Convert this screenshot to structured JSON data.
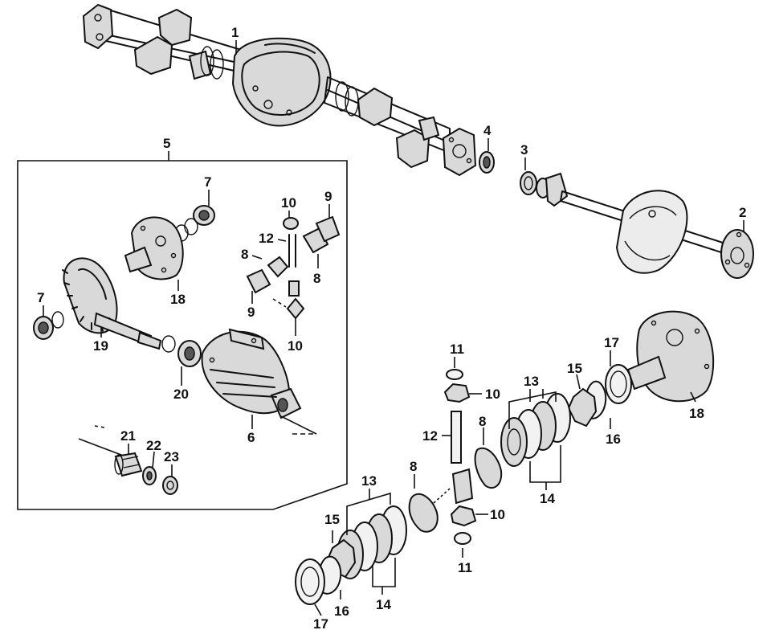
{
  "callouts": {
    "c1": "1",
    "c2": "2",
    "c3": "3",
    "c4": "4",
    "c5": "5",
    "c6": "6",
    "c7a": "7",
    "c7b": "7",
    "c8a": "8",
    "c8b": "8",
    "c8c": "8",
    "c8d": "8",
    "c9a": "9",
    "c9b": "9",
    "c10a": "10",
    "c10b": "10",
    "c10c": "10",
    "c10d": "10",
    "c11a": "11",
    "c11b": "11",
    "c12a": "12",
    "c12b": "12",
    "c13a": "13",
    "c13b": "13",
    "c14a": "14",
    "c14b": "14",
    "c15a": "15",
    "c15b": "15",
    "c16a": "16",
    "c16b": "16",
    "c17a": "17",
    "c17b": "17",
    "c18a": "18",
    "c18b": "18",
    "c19": "19",
    "c20": "20",
    "c21": "21",
    "c22": "22",
    "c23": "23"
  }
}
